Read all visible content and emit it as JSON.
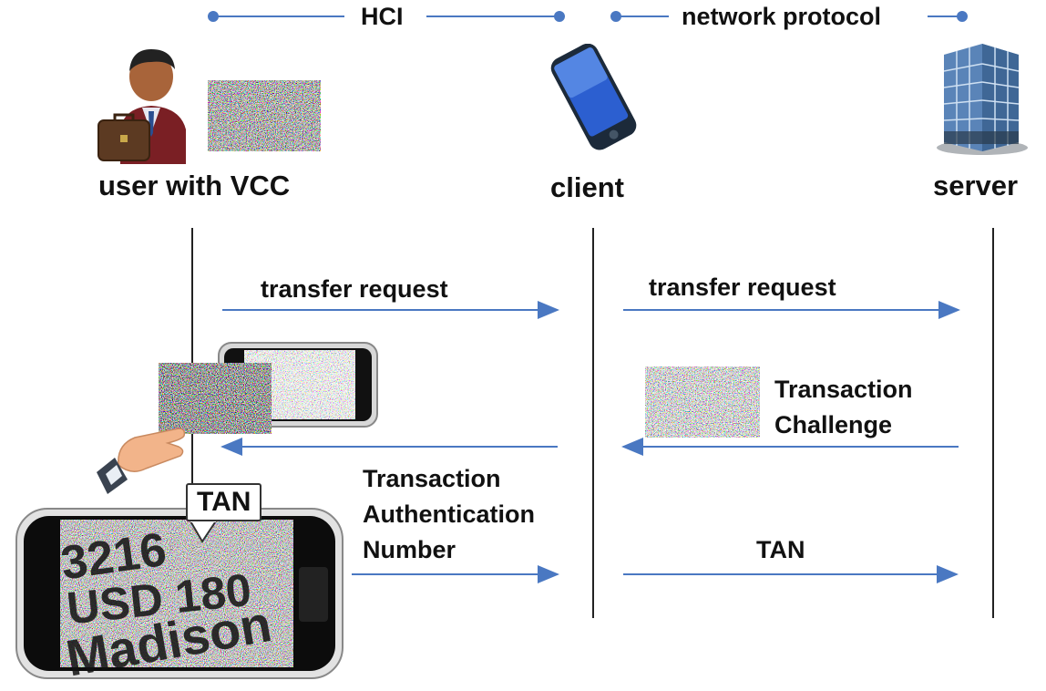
{
  "header": {
    "hci_label": "HCI",
    "network_label": "network protocol"
  },
  "actors": {
    "user": {
      "label": "user with VCC",
      "icon": "businessman-icon"
    },
    "client": {
      "label": "client",
      "icon": "smartphone-icon"
    },
    "server": {
      "label": "server",
      "icon": "server-building-icon"
    }
  },
  "messages": {
    "transfer_request_user": "transfer request",
    "transfer_request_client": "transfer request",
    "challenge_line1": "Transaction",
    "challenge_line2": "Challenge",
    "tan_auth_line1": "Transaction",
    "tan_auth_line2": "Authentication",
    "tan_auth_line3": "Number",
    "tan_to_server": "TAN"
  },
  "phone_bubble": "TAN",
  "colors": {
    "arrow": "#4a78c2",
    "lifeline": "#222222"
  }
}
